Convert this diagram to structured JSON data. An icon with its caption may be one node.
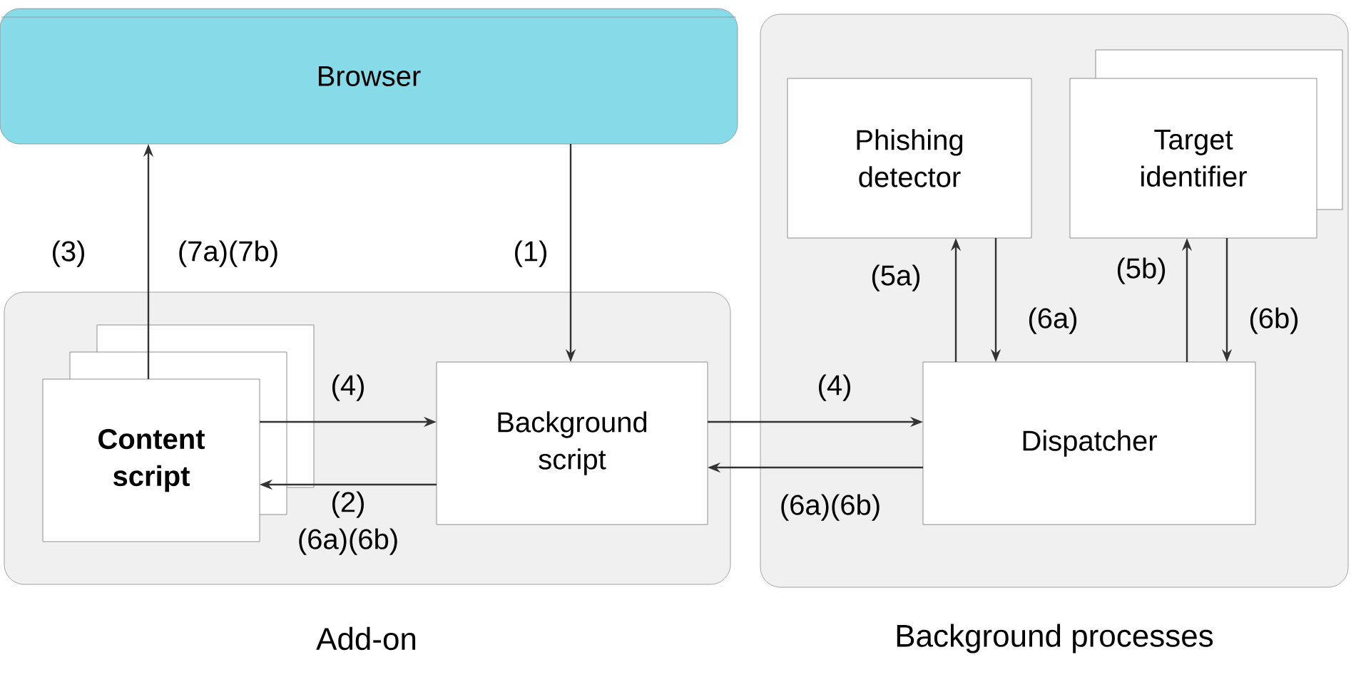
{
  "diagram": {
    "nodes": [
      {
        "text": [
          "Add-on"
        ]
      },
      {
        "text": [
          "Background processes"
        ]
      },
      {
        "text": [
          "Browser"
        ]
      },
      {
        "text": [
          "Content script"
        ],
        "in": 0
      },
      {
        "text": [
          "Background script"
        ],
        "in": 0
      },
      {
        "text": [
          "Phishing detector"
        ],
        "in": 1
      },
      {
        "text": [
          "Target identifier"
        ],
        "in": 1
      },
      {
        "text": [
          "Dispatcher"
        ],
        "in": 1
      }
    ],
    "edges": [
      {
        "from": 2,
        "to": 4,
        "arrow": "to",
        "label": "(1)"
      },
      {
        "from": 3,
        "to": 2,
        "arrow": "to",
        "label": "(3)"
      },
      {
        "from": 3,
        "to": 4,
        "arrow": "to",
        "label": "(4)"
      },
      {
        "from": 4,
        "to": 3,
        "arrow": "to",
        "label": "(2)"
      },
      {
        "from": 4,
        "to": 7,
        "arrow": "to",
        "label": "(4)"
      },
      {
        "from": 7,
        "to": 4,
        "arrow": "to",
        "label": "(6a)(6b)"
      },
      {
        "from": 7,
        "to": 5,
        "arrow": "to",
        "label": "(5a)"
      },
      {
        "from": 5,
        "to": 7,
        "arrow": "to",
        "label": "(6a)"
      },
      {
        "from": 7,
        "to": 6,
        "arrow": "to",
        "label": "(5b)"
      },
      {
        "from": 6,
        "to": 7,
        "arrow": "to",
        "label": "(6b)"
      }
    ],
    "labels": [
      "(7a)(7b)",
      "(6a)(6b)"
    ]
  }
}
